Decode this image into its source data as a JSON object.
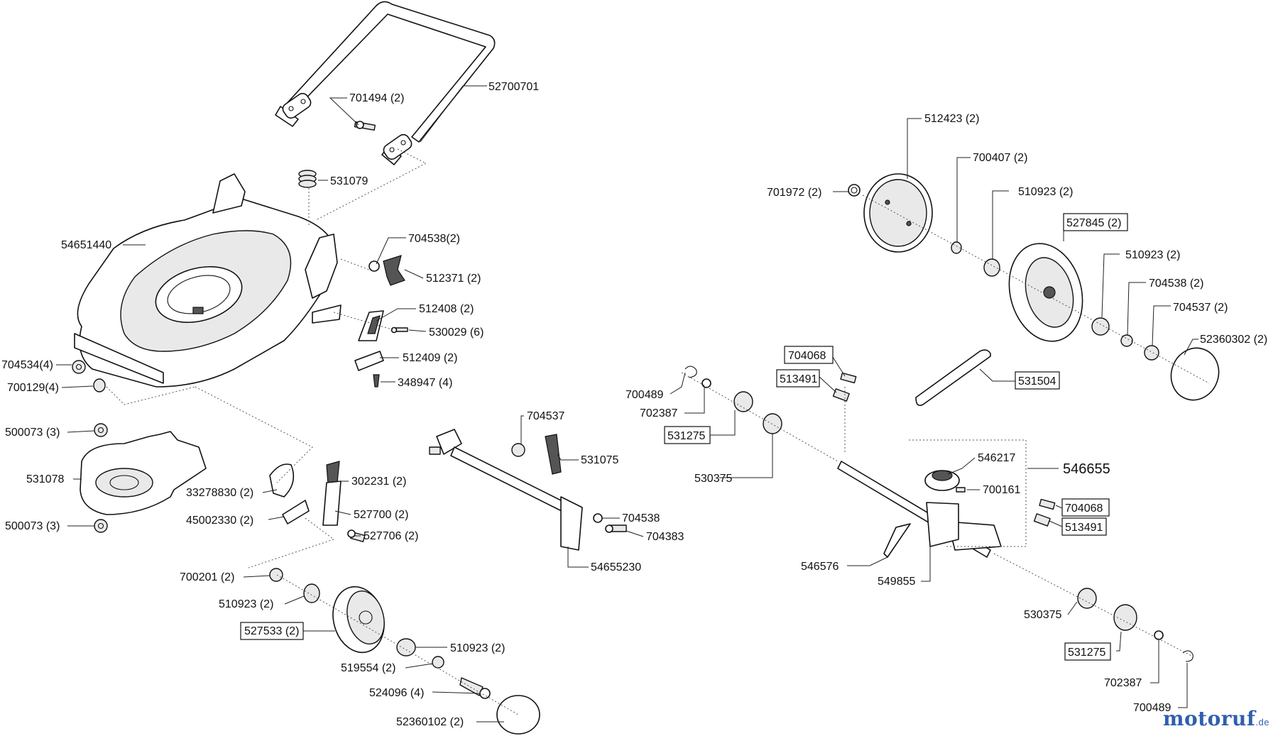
{
  "labels": {
    "l01": "52700701",
    "l02": "701494 (2)",
    "l03": "531079",
    "l04": "54651440",
    "l05": "704538(2)",
    "l06": "512371 (2)",
    "l07": "512408 (2)",
    "l08": "530029 (6)",
    "l09": "512409 (2)",
    "l10": "348947 (4)",
    "l11": "704534(4)",
    "l12": "700129(4)",
    "l13": "500073 (3)",
    "l14": "531078",
    "l15": "500073 (3)",
    "l16": "33278830 (2)",
    "l17": "45002330 (2)",
    "l18": "302231 (2)",
    "l19": "527700 (2)",
    "l20": "527706 (2)",
    "l21": "704537",
    "l22": "531075",
    "l23": "704538",
    "l24": "704383",
    "l25": "54655230",
    "l26": "700201 (2)",
    "l27": "510923 (2)",
    "l28": "527533 (2)",
    "l29": "510923 (2)",
    "l30": "519554 (2)",
    "l31": "524096 (4)",
    "l32": "52360102 (2)",
    "r01": "512423 (2)",
    "r02": "700407 (2)",
    "r03": "701972 (2)",
    "r04": "510923 (2)",
    "r05": "527845 (2)",
    "r06": "510923 (2)",
    "r07": "704538 (2)",
    "r08": "704537 (2)",
    "r09": "52360302 (2)",
    "r10": "704068",
    "r11": "513491",
    "r12": "531504",
    "r13": "700489",
    "r14": "702387",
    "r15": "531275",
    "r16": "530375",
    "r17": "546217",
    "r18": "546655",
    "r19": "700161",
    "r20": "704068",
    "r21": "513491",
    "r22": "546576",
    "r23": "549855",
    "r24": "530375",
    "r25": "531275",
    "r26": "702387",
    "r27": "700489"
  },
  "watermark": {
    "brand": "motoruf",
    "tld": ".de",
    "color": "#2f5fae"
  }
}
